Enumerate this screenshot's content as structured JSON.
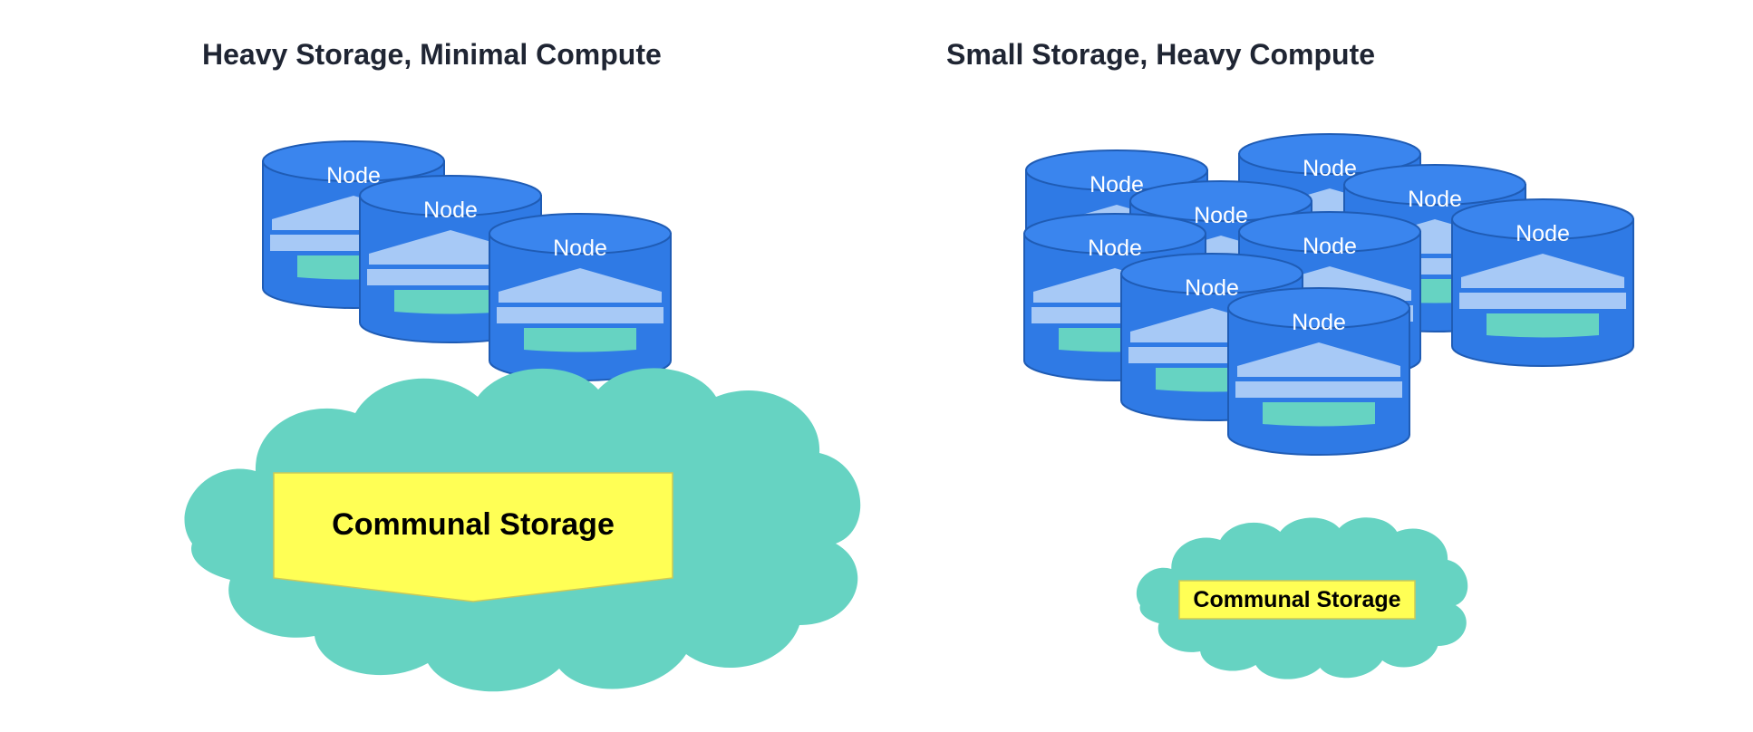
{
  "panels": {
    "left": {
      "title": "Heavy Storage, Minimal Compute",
      "node_label": "Node",
      "storage_label": "Communal Storage"
    },
    "right": {
      "title": "Small Storage, Heavy Compute",
      "node_label": "Node",
      "storage_label": "Communal Storage"
    }
  },
  "colors": {
    "node_body": "#2f7ae5",
    "node_outline": "#1f5cb5",
    "node_top": "#3a85ee",
    "node_roof": "#a7c9f6",
    "node_bar": "#66d3c2",
    "cloud": "#66d3c2",
    "storage_banner": "#ffff55"
  },
  "icons": [
    "node-cylinder-icon",
    "storage-cloud-icon",
    "storage-banner-icon"
  ]
}
